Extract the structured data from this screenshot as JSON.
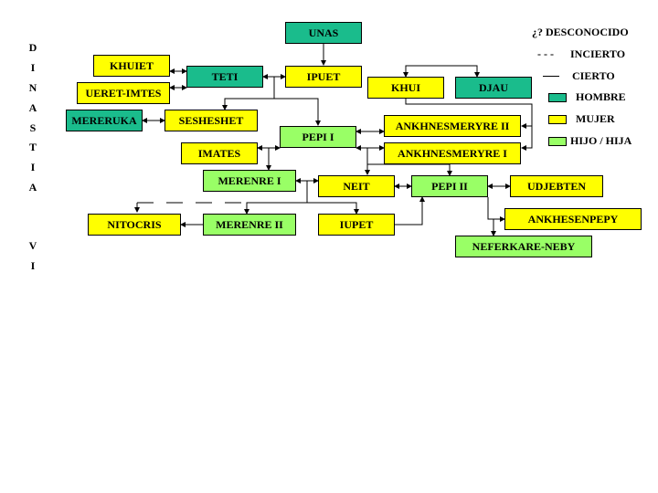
{
  "side_label": [
    "D",
    "I",
    "N",
    "A",
    "S",
    "T",
    "I",
    "A",
    "V",
    "I"
  ],
  "legend": {
    "unknown": "¿? DESCONOCIDO",
    "uncertain_symbol": "- - -",
    "uncertain": "INCIERTO",
    "certain": "CIERTO",
    "male": "HOMBRE",
    "female": "MUJER",
    "child": "HIJO / HIJA",
    "colors": {
      "male": "#1abc8c",
      "female": "#ffff00",
      "child": "#99ff66"
    }
  },
  "people": {
    "unas": "UNAS",
    "khuiet": "KHUIET",
    "teti": "TETI",
    "ipuet": "IPUET",
    "ueret_imtes": "UERET-IMTES",
    "khui": "KHUI",
    "djau": "DJAU",
    "mereruka": "MERERUKA",
    "sesheshet": "SESHESHET",
    "ankh2": "ANKHNESMERYRE  II",
    "pepi1": "PEPI  I",
    "imates": "IMATES",
    "ankh1": "ANKHNESMERYRE  I",
    "merenre1": "MERENRE  I",
    "neit": "NEIT",
    "pepi2": "PEPI  II",
    "udjebten": "UDJEBTEN",
    "ankhesenpepy": "ANKHESENPEPY",
    "nitocris": "NITOCRIS",
    "merenre2": "MERENRE II",
    "iupet": "IUPET",
    "neferkare": "NEFERKARE-NEBY"
  }
}
